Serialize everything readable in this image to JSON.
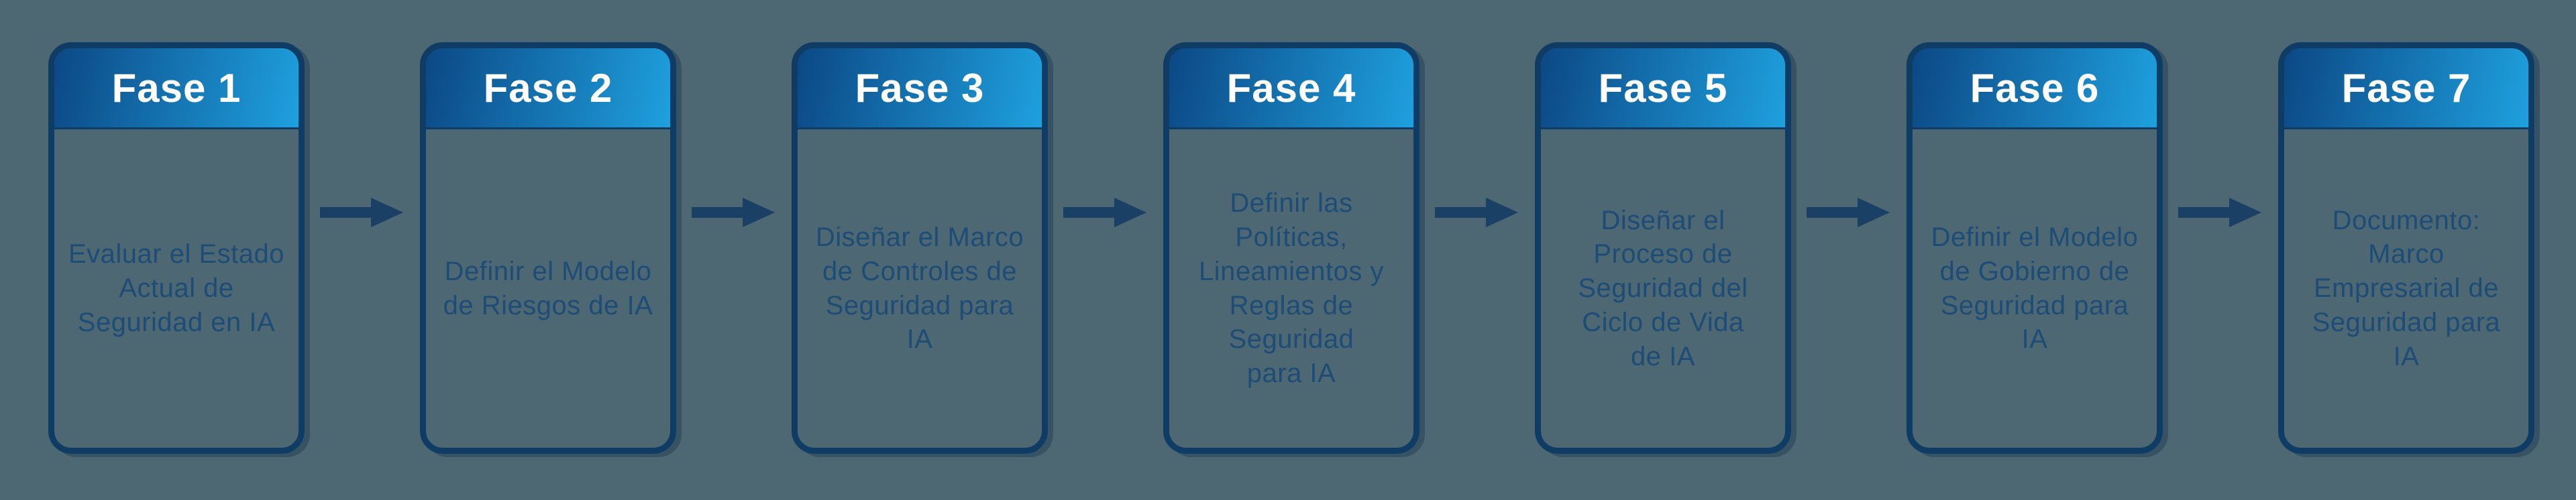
{
  "colors": {
    "page_bg": "#4D6773",
    "header_gradient_start": "#0B4885",
    "header_gradient_end": "#1FA0DE",
    "card_border": "#0F3C64",
    "header_text": "#FFFFFF",
    "body_text": "#1D4C77",
    "arrow": "#1A4065"
  },
  "phases": [
    {
      "label": "Fase 1",
      "description": "Evaluar el Estado\nActual de\nSeguridad en IA"
    },
    {
      "label": "Fase 2",
      "description": "Definir el Modelo\nde Riesgos de IA"
    },
    {
      "label": "Fase 3",
      "description": "Diseñar el Marco\nde Controles de\nSeguridad para\nIA"
    },
    {
      "label": "Fase 4",
      "description": "Definir las\nPolíticas,\nLineamientos y\nReglas de\nSeguridad\npara IA"
    },
    {
      "label": "Fase 5",
      "description": "Diseñar el\nProceso de\nSeguridad del\nCiclo de Vida\nde IA"
    },
    {
      "label": "Fase 6",
      "description": "Definir el Modelo\nde Gobierno de\nSeguridad para\nIA"
    },
    {
      "label": "Fase 7",
      "description": "Documento:\nMarco\nEmpresarial de\nSeguridad para\nIA"
    }
  ]
}
